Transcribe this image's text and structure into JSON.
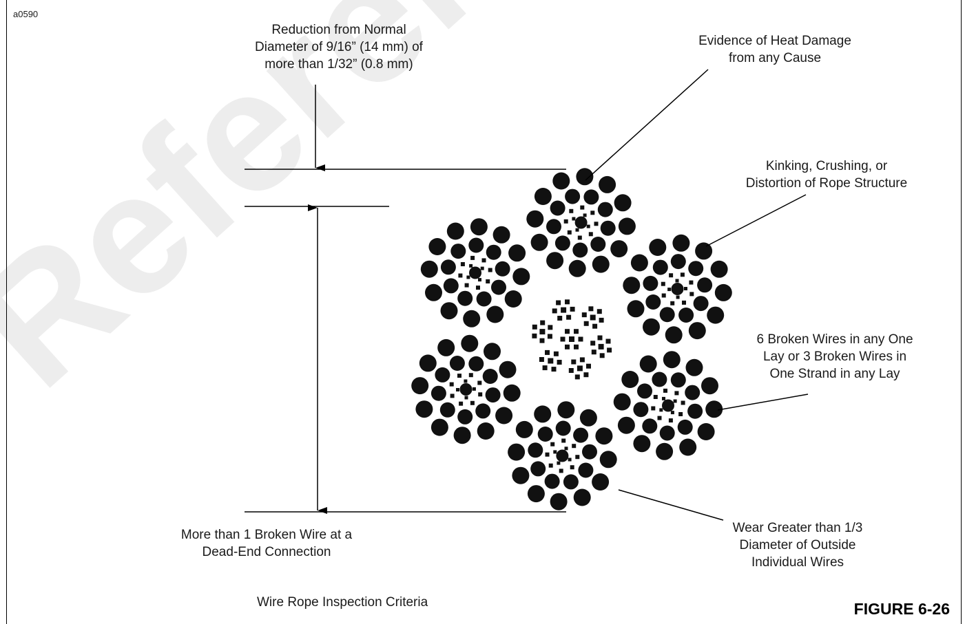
{
  "figure_code": "a0590",
  "labels": {
    "reduction": [
      "Reduction from Normal",
      "Diameter of 9/16” (14 mm) of",
      "more than 1/32” (0.8 mm)"
    ],
    "heat_damage": [
      "Evidence of Heat Damage",
      "from any Cause"
    ],
    "kinking": [
      "Kinking, Crushing, or",
      "Distortion of Rope Structure"
    ],
    "broken_wires": [
      "6 Broken Wires in any One",
      "Lay or 3 Broken Wires in",
      "One Strand in any Lay"
    ],
    "wear": [
      "Wear Greater than 1/3",
      "Diameter of Outside",
      "Individual Wires"
    ],
    "dead_end": [
      "More than 1 Broken Wire at a",
      "Dead-End Connection"
    ]
  },
  "caption": "Wire Rope Inspection Criteria",
  "figure_number": "FIGURE 6-26",
  "colors": {
    "ink": "#000000",
    "wire": "#111111",
    "background": "#ffffff"
  },
  "watermark": "Reference"
}
